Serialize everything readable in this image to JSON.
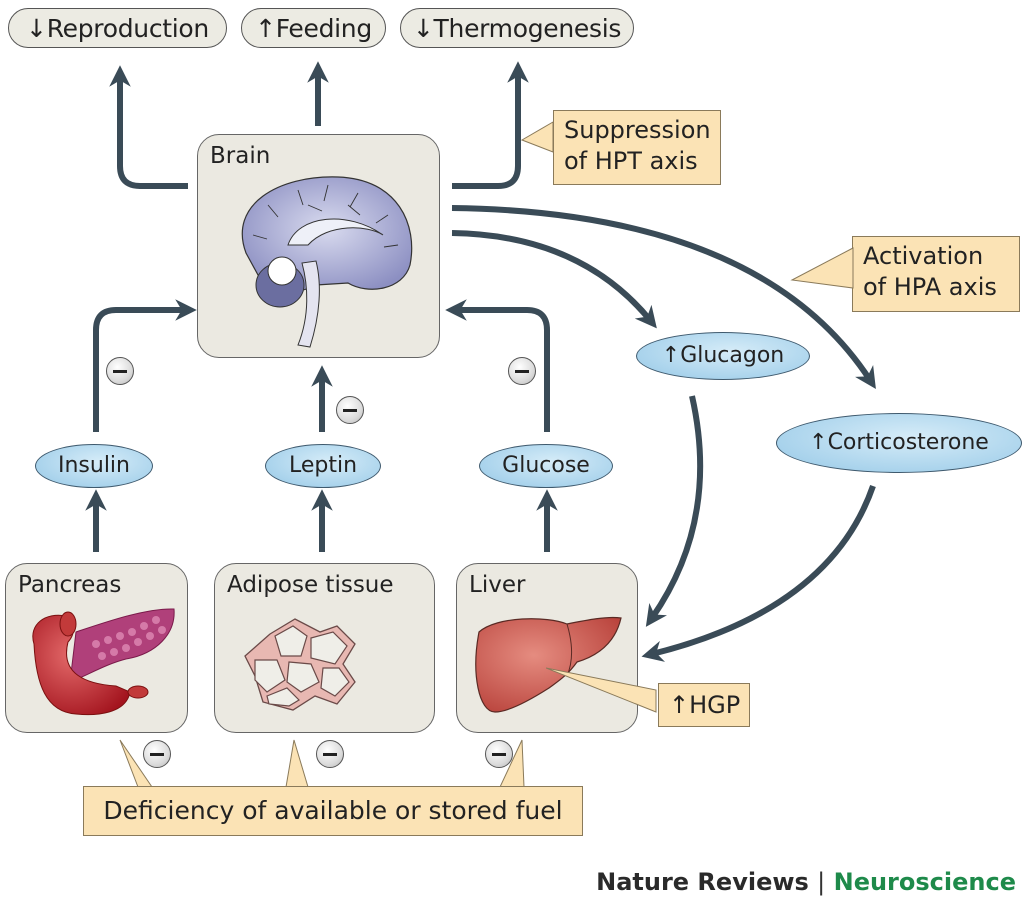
{
  "outputs": [
    {
      "arrow": "↓",
      "label": "Reproduction"
    },
    {
      "arrow": "↑",
      "label": "Feeding"
    },
    {
      "arrow": "↓",
      "label": "Thermogenesis"
    }
  ],
  "brain": {
    "label": "Brain"
  },
  "callouts": {
    "hpt": [
      "Suppression",
      "of HPT axis"
    ],
    "hpa": [
      "Activation",
      "of HPA axis"
    ],
    "hgp": {
      "arrow": "↑",
      "label": "HGP"
    },
    "deficiency": "Deficiency of available or stored fuel"
  },
  "signals": {
    "insulin": "Insulin",
    "leptin": "Leptin",
    "glucose": "Glucose",
    "glucagon": {
      "arrow": "↑",
      "label": "Glucagon"
    },
    "corticosterone": {
      "arrow": "↑",
      "label": "Corticosterone"
    }
  },
  "organs": {
    "pancreas": "Pancreas",
    "adipose": "Adipose tissue",
    "liver": "Liver"
  },
  "inhibition_symbol": "−",
  "footer": {
    "journal": "Nature Reviews",
    "separator": "|",
    "field": "Neuroscience"
  },
  "colors": {
    "arrow": "#3a4b57",
    "box_bg": "#ebe9e1",
    "callout_bg": "#fbe3b5",
    "ellipse_bg": "#a9d3ec",
    "brand_green": "#1e8a4a"
  }
}
